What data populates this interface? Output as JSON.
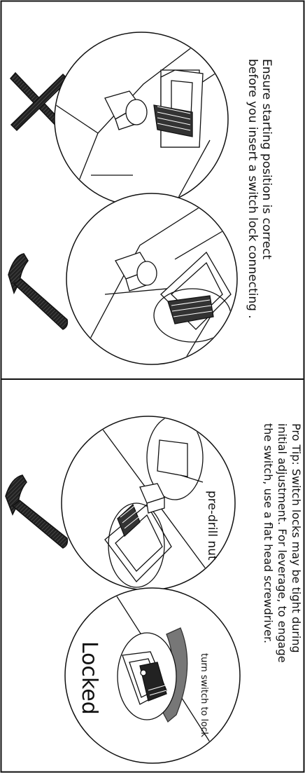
{
  "panels": {
    "top": {
      "caption_line1": "Ensure starting position is correct",
      "caption_line2": "before you insert a switch lock connecting ."
    },
    "bottom": {
      "tip_line1": "Pro Tip: Switch locks may be tight during",
      "tip_line2": "initial adjustment. For leverage, to engage",
      "tip_line3": "the switch, use a flat head screwdriver.",
      "label_predrill": "pre-drill nut",
      "label_turn": "turn switch to lock",
      "label_locked": "Locked"
    }
  },
  "icons": {
    "wrong": "cross-mark-icon",
    "right": "check-mark-icon"
  }
}
